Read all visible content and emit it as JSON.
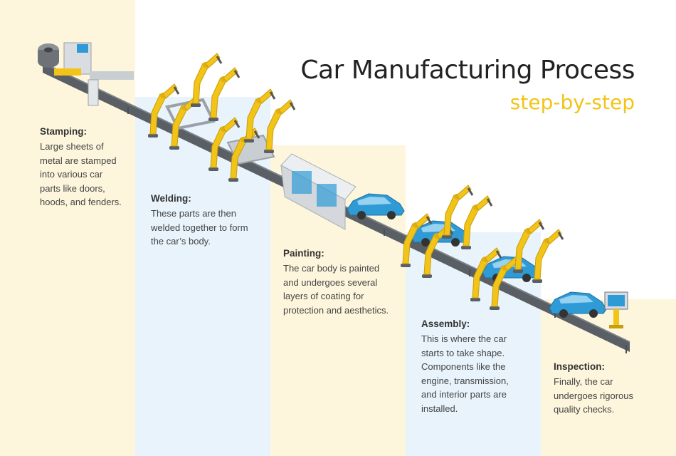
{
  "title": "Car Manufacturing Process",
  "subtitle": "step-by-step",
  "steps": [
    {
      "title": "Stamping:",
      "description": "Large sheets of metal are stamped into various car parts like doors, hoods, and fenders."
    },
    {
      "title": "Welding:",
      "description": "These parts are then welded together to form the car’s body."
    },
    {
      "title": "Painting:",
      "description": "The car body is painted and undergoes several layers of coating for protection and aesthetics."
    },
    {
      "title": "Assembly:",
      "description": "This is where the car starts to take shape. Components like the engine, transmission, and interior parts are installed."
    },
    {
      "title": "Inspection:",
      "description": "Finally, the car undergoes rigorous quality checks."
    }
  ],
  "colors": {
    "accent_yellow": "#f2c417",
    "car_blue": "#2f9bd6",
    "panel_cream": "#fdf6dc",
    "panel_blue": "#e8f3fb",
    "conveyor": "#5a5f66"
  }
}
